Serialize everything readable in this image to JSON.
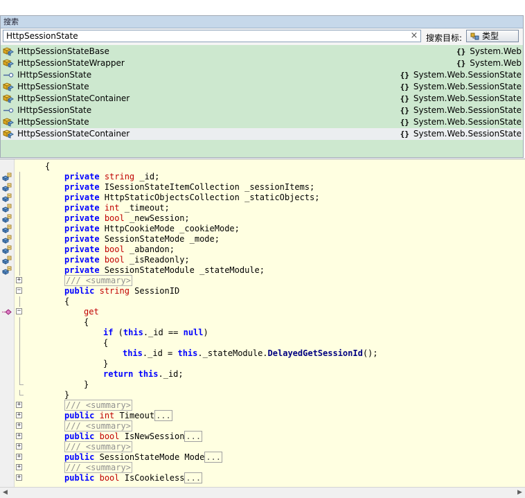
{
  "search": {
    "title": "搜索",
    "query": "HttpSessionState",
    "clear_glyph": "×",
    "target_label": "搜索目标:",
    "target_value": "类型",
    "results": [
      {
        "icon": "class-icon",
        "name": "HttpSessionStateBase",
        "namespace": "System.Web"
      },
      {
        "icon": "class-icon",
        "name": "HttpSessionStateWrapper",
        "namespace": "System.Web"
      },
      {
        "icon": "interface-icon",
        "name": "IHttpSessionState",
        "namespace": "System.Web.SessionState"
      },
      {
        "icon": "class-icon",
        "name": "HttpSessionState",
        "namespace": "System.Web.SessionState"
      },
      {
        "icon": "class-icon",
        "name": "HttpSessionStateContainer",
        "namespace": "System.Web.SessionState"
      },
      {
        "icon": "interface-icon",
        "name": "IHttpSessionState",
        "namespace": "System.Web.SessionState"
      },
      {
        "icon": "class-icon",
        "name": "HttpSessionState",
        "namespace": "System.Web.SessionState"
      },
      {
        "icon": "class-icon",
        "name": "HttpSessionStateContainer",
        "namespace": "System.Web.SessionState",
        "selected": true
      }
    ],
    "namespace_glyph": "{}"
  },
  "code": {
    "lines": [
      {
        "indent": 1,
        "gutter": "",
        "fold": "",
        "tokens": [
          [
            "p",
            "{"
          ]
        ]
      },
      {
        "indent": 2,
        "gutter": "field-icon",
        "fold": "line",
        "tokens": [
          [
            "kw",
            "private"
          ],
          [
            "p",
            " "
          ],
          [
            "ty",
            "string"
          ],
          [
            "p",
            " _id;"
          ]
        ]
      },
      {
        "indent": 2,
        "gutter": "field-icon",
        "fold": "line",
        "tokens": [
          [
            "kw",
            "private"
          ],
          [
            "p",
            " ISessionStateItemCollection _sessionItems;"
          ]
        ]
      },
      {
        "indent": 2,
        "gutter": "field-icon",
        "fold": "line",
        "tokens": [
          [
            "kw",
            "private"
          ],
          [
            "p",
            " HttpStaticObjectsCollection _staticObjects;"
          ]
        ]
      },
      {
        "indent": 2,
        "gutter": "field-icon",
        "fold": "line",
        "tokens": [
          [
            "kw",
            "private"
          ],
          [
            "p",
            " "
          ],
          [
            "ty",
            "int"
          ],
          [
            "p",
            " _timeout;"
          ]
        ]
      },
      {
        "indent": 2,
        "gutter": "field-icon",
        "fold": "line",
        "tokens": [
          [
            "kw",
            "private"
          ],
          [
            "p",
            " "
          ],
          [
            "ty",
            "bool"
          ],
          [
            "p",
            " _newSession;"
          ]
        ]
      },
      {
        "indent": 2,
        "gutter": "field-icon",
        "fold": "line",
        "tokens": [
          [
            "kw",
            "private"
          ],
          [
            "p",
            " HttpCookieMode _cookieMode;"
          ]
        ]
      },
      {
        "indent": 2,
        "gutter": "field-icon",
        "fold": "line",
        "tokens": [
          [
            "kw",
            "private"
          ],
          [
            "p",
            " SessionStateMode _mode;"
          ]
        ]
      },
      {
        "indent": 2,
        "gutter": "field-icon",
        "fold": "line",
        "tokens": [
          [
            "kw",
            "private"
          ],
          [
            "p",
            " "
          ],
          [
            "ty",
            "bool"
          ],
          [
            "p",
            " _abandon;"
          ]
        ]
      },
      {
        "indent": 2,
        "gutter": "field-icon",
        "fold": "line",
        "tokens": [
          [
            "kw",
            "private"
          ],
          [
            "p",
            " "
          ],
          [
            "ty",
            "bool"
          ],
          [
            "p",
            " _isReadonly;"
          ]
        ]
      },
      {
        "indent": 2,
        "gutter": "field-icon",
        "fold": "line",
        "tokens": [
          [
            "kw",
            "private"
          ],
          [
            "p",
            " SessionStateModule _stateModule;"
          ]
        ]
      },
      {
        "indent": 2,
        "gutter": "",
        "fold": "plus",
        "tokens": [
          [
            "cm",
            "/// <summary>"
          ]
        ]
      },
      {
        "indent": 2,
        "gutter": "",
        "fold": "minus",
        "tokens": [
          [
            "kw",
            "public"
          ],
          [
            "p",
            " "
          ],
          [
            "ty",
            "string"
          ],
          [
            "p",
            " SessionID"
          ]
        ]
      },
      {
        "indent": 2,
        "gutter": "",
        "fold": "line",
        "tokens": [
          [
            "p",
            "{"
          ]
        ]
      },
      {
        "indent": 3,
        "gutter": "property-icon",
        "fold": "minus",
        "tokens": [
          [
            "ty",
            "get"
          ]
        ]
      },
      {
        "indent": 3,
        "gutter": "",
        "fold": "line",
        "tokens": [
          [
            "p",
            "{"
          ]
        ]
      },
      {
        "indent": 4,
        "gutter": "",
        "fold": "line",
        "tokens": [
          [
            "kw",
            "if"
          ],
          [
            "p",
            " ("
          ],
          [
            "kw",
            "this"
          ],
          [
            "p",
            "._id == "
          ],
          [
            "kw",
            "null"
          ],
          [
            "p",
            ")"
          ]
        ]
      },
      {
        "indent": 4,
        "gutter": "",
        "fold": "line",
        "tokens": [
          [
            "p",
            "{"
          ]
        ]
      },
      {
        "indent": 5,
        "gutter": "",
        "fold": "line",
        "tokens": [
          [
            "kw",
            "this"
          ],
          [
            "p",
            "._id = "
          ],
          [
            "kw",
            "this"
          ],
          [
            "p",
            "._stateModule."
          ],
          [
            "mt",
            "DelayedGetSessionId"
          ],
          [
            "p",
            "();"
          ]
        ]
      },
      {
        "indent": 4,
        "gutter": "",
        "fold": "line",
        "tokens": [
          [
            "p",
            "}"
          ]
        ]
      },
      {
        "indent": 4,
        "gutter": "",
        "fold": "line",
        "tokens": [
          [
            "kw",
            "return"
          ],
          [
            "p",
            " "
          ],
          [
            "kw",
            "this"
          ],
          [
            "p",
            "._id;"
          ]
        ]
      },
      {
        "indent": 3,
        "gutter": "",
        "fold": "end",
        "tokens": [
          [
            "p",
            "}"
          ]
        ]
      },
      {
        "indent": 2,
        "gutter": "",
        "fold": "end",
        "tokens": [
          [
            "p",
            "}"
          ]
        ]
      },
      {
        "indent": 2,
        "gutter": "",
        "fold": "plus",
        "tokens": [
          [
            "cm",
            "/// <summary>"
          ]
        ]
      },
      {
        "indent": 2,
        "gutter": "",
        "fold": "plus",
        "tokens": [
          [
            "kw",
            "public"
          ],
          [
            "p",
            " "
          ],
          [
            "ty",
            "int"
          ],
          [
            "p",
            " Timeout"
          ],
          [
            "el",
            "..."
          ]
        ]
      },
      {
        "indent": 2,
        "gutter": "",
        "fold": "plus",
        "tokens": [
          [
            "cm",
            "/// <summary>"
          ]
        ]
      },
      {
        "indent": 2,
        "gutter": "",
        "fold": "plus",
        "tokens": [
          [
            "kw",
            "public"
          ],
          [
            "p",
            " "
          ],
          [
            "ty",
            "bool"
          ],
          [
            "p",
            " IsNewSession"
          ],
          [
            "el",
            "..."
          ]
        ]
      },
      {
        "indent": 2,
        "gutter": "",
        "fold": "plus",
        "tokens": [
          [
            "cm",
            "/// <summary>"
          ]
        ]
      },
      {
        "indent": 2,
        "gutter": "",
        "fold": "plus",
        "tokens": [
          [
            "kw",
            "public"
          ],
          [
            "p",
            " SessionStateMode Mode"
          ],
          [
            "el",
            "..."
          ]
        ]
      },
      {
        "indent": 2,
        "gutter": "",
        "fold": "plus",
        "tokens": [
          [
            "cm",
            "/// <summary>"
          ]
        ]
      },
      {
        "indent": 2,
        "gutter": "",
        "fold": "plus",
        "tokens": [
          [
            "kw",
            "public"
          ],
          [
            "p",
            " "
          ],
          [
            "ty",
            "bool"
          ],
          [
            "p",
            " IsCookieless"
          ],
          [
            "el",
            "..."
          ]
        ]
      }
    ]
  },
  "scrollbar": {
    "left_arrow": "◀",
    "right_arrow": "▶"
  }
}
